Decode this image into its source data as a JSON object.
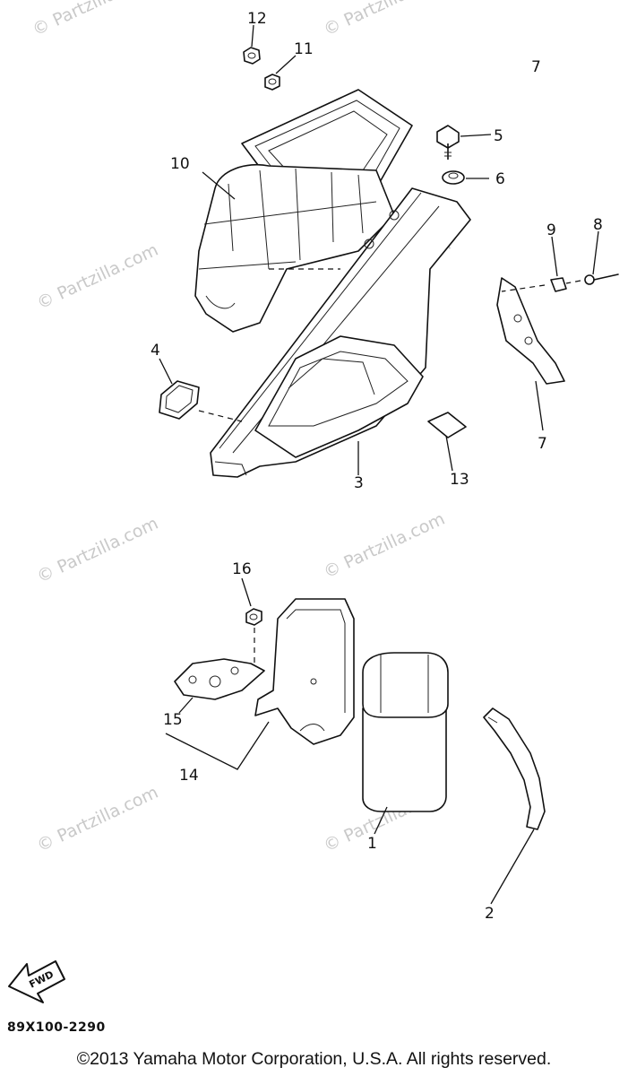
{
  "diagram": {
    "callouts": {
      "p1": "1",
      "p2": "2",
      "p3": "3",
      "p4": "4",
      "p5": "5",
      "p6": "6",
      "p7": "7",
      "p8": "8",
      "p9": "9",
      "p10": "10",
      "p11": "11",
      "p12": "12",
      "p13": "13",
      "p14": "14",
      "p15": "15",
      "p16": "16"
    },
    "fwd_label": "FWD",
    "drawing_code": "89X100-2290",
    "watermark_text": "© Partzilla.com",
    "copyright": "©2013 Yamaha Motor Corporation, U.S.A. All rights reserved."
  }
}
